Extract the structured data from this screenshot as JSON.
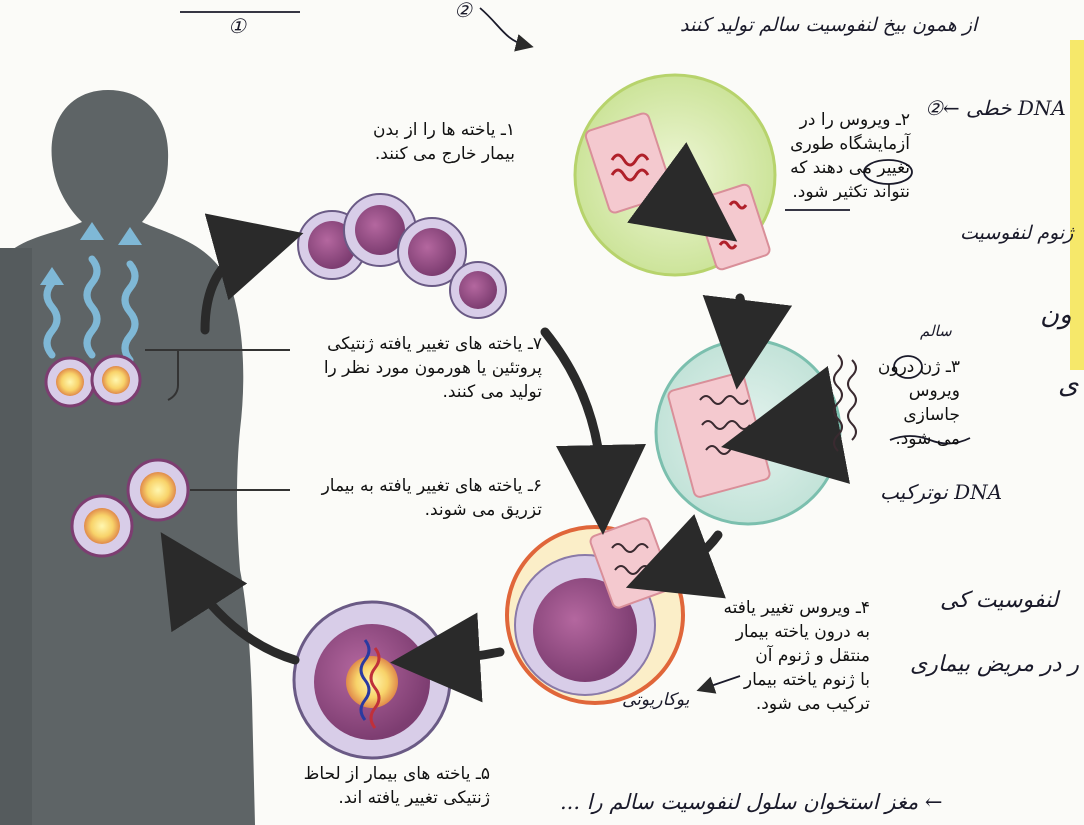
{
  "steps": {
    "step1": "۱ـ یاخته ها را از بدن\nبیمار خارج می کنند.",
    "step2": "۲ـ ویروس را در\nآزمایشگاه طوری\nتغییر می دهند که\nنتواند تکثیر شود.",
    "step3": "۳ـ ژن درون\nویروس جاسازی\nمی شود.",
    "step4": "۴ـ ویروس تغییر یافته\nبه درون یاخته بیمار\nمنتقل و ژنوم آن\nبا ژنوم یاخته بیمار\nترکیب می شود.",
    "step5": "۵ـ یاخته های بیمار از لحاظ\nژنتیکی تغییر یافته اند.",
    "step6": "۶ـ یاخته های تغییر یافته به بیمار\nتزریق می شوند.",
    "step7": "۷ـ یاخته های تغییر یافته ژنتیکی\nپروتئین یا هورمون مورد نظر را\nتولید می کنند."
  },
  "handwritten": {
    "top_note": "از همون بیخ لنفوسیت سالم تولید کنند",
    "circle_1": "①",
    "circle_2": "②",
    "dna_note": "DNA خطی ←②",
    "genome_note": "ژنوم لنفوسیت",
    "salem": "سالم",
    "recombinant_dna": "DNA نوترکیب",
    "eukaryote": "یوکاریوتی",
    "side_1": "ون",
    "side_2": "ی",
    "side_3": "لنفوسیت کی",
    "side_4": "ر در مریض بیماری",
    "bottom_note": "← مغز استخوان سلول لنفوسیت سالم را ..."
  },
  "colors": {
    "silhouette": "#5e6466",
    "cell_purple": "#9a4f8a",
    "cell_membrane": "#d8cde8",
    "virus_green": "#d8ecb4",
    "virus_teal": "#cfe8e2",
    "arrow": "#2a2a2a",
    "highlight": "#f6e86a"
  }
}
